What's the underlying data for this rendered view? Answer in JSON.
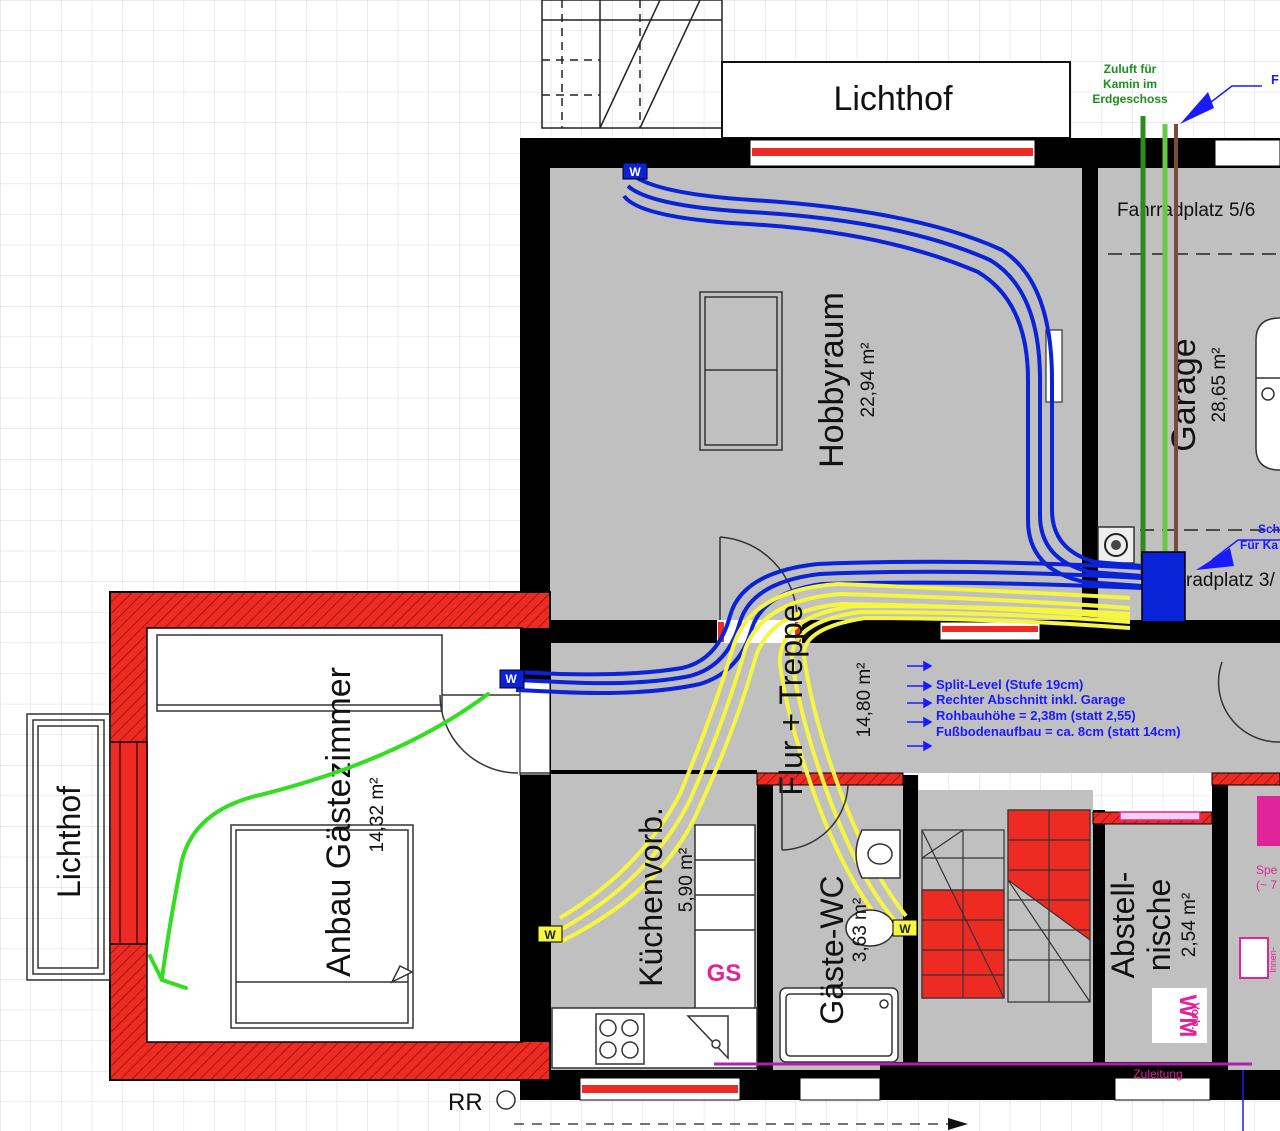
{
  "rooms": {
    "lichthof_top": {
      "name": "Lichthof"
    },
    "lichthof_left": {
      "name": "Lichthof"
    },
    "hobbyraum": {
      "name": "Hobbyraum",
      "area": "22,94 m²"
    },
    "garage": {
      "name": "Garage",
      "area": "28,65 m²"
    },
    "gaestezimmer": {
      "name": "Anbau Gästezimmer",
      "area": "14,32 m²"
    },
    "flur": {
      "name": "Flur + Treppe",
      "area": "14,80 m²"
    },
    "kuechenvorb": {
      "name": "Küchenvorb.",
      "area": "5,90 m²"
    },
    "gaeste_wc": {
      "name": "Gäste-WC",
      "area": "3,63 m²"
    },
    "abstellnische": {
      "name_line1": "Abstell-",
      "name_line2": "nische",
      "area": "2,54 m²"
    }
  },
  "labels": {
    "fahrradplatz_56": "Fahrradplatz 5/6",
    "fahrradplatz_34": "radplatz 3/",
    "zuluft_line1": "Zuluft für",
    "zuluft_line2": "Kamin im",
    "zuluft_line3": "Erdgeschoss",
    "top_right_fragment": "F",
    "right_note_line1": "Sch",
    "right_note_line2": "Für Ka",
    "gs": "GS",
    "wm": "WM",
    "vorb": "Vorb.",
    "zuleitung": "Zuleitung",
    "rr": "RR",
    "spe_line1": "Spe",
    "spe_line2": "(~ 7",
    "innen_fragment": "Innen-"
  },
  "notes": [
    "Split-Level (Stufe 19cm)",
    "Rechter Abschnitt inkl. Garage",
    "Rohbauhöhe = 2,38m (statt 2,55)",
    "Fußbodenaufbau = ca. 8cm (statt 14cm)"
  ],
  "outlets": {
    "w_hobby": "W",
    "w_gast": "W",
    "w_kueche": "W",
    "w_wc": "W"
  },
  "colors": {
    "wall": "#000000",
    "extension_wall": "#ee2b22",
    "floor": "#c0c0c0",
    "duct_blue": "#0a22d8",
    "duct_yellow": "#f5f542",
    "arrow_green": "#33dd22",
    "pipe_green": "#2f8a1f",
    "note_blue": "#1a1aff",
    "magenta": "#e0249a"
  }
}
